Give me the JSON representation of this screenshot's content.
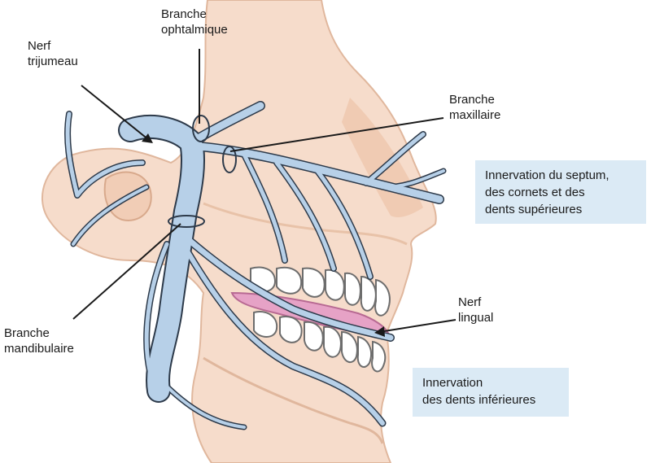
{
  "labels": {
    "nerf_trijumeau": "Nerf\ntrijumeau",
    "branche_ophtalmique": "Branche\nophtalmique",
    "branche_maxillaire": "Branche\nmaxillaire",
    "branche_mandibulaire": "Branche\nmandibulaire",
    "nerf_lingual": "Nerf\nlingual"
  },
  "boxes": {
    "innervation_superieure": "Innervation du septum,\ndes cornets et des\ndents supérieures",
    "innervation_inferieure": "Innervation\ndes dents inférieures"
  },
  "colors": {
    "nerve": "#b7d0e8",
    "nerve_outline": "#2d3a4a",
    "skin": "#f6dccb",
    "gum": "#e6a2c6",
    "box": "#dbeaf5"
  }
}
